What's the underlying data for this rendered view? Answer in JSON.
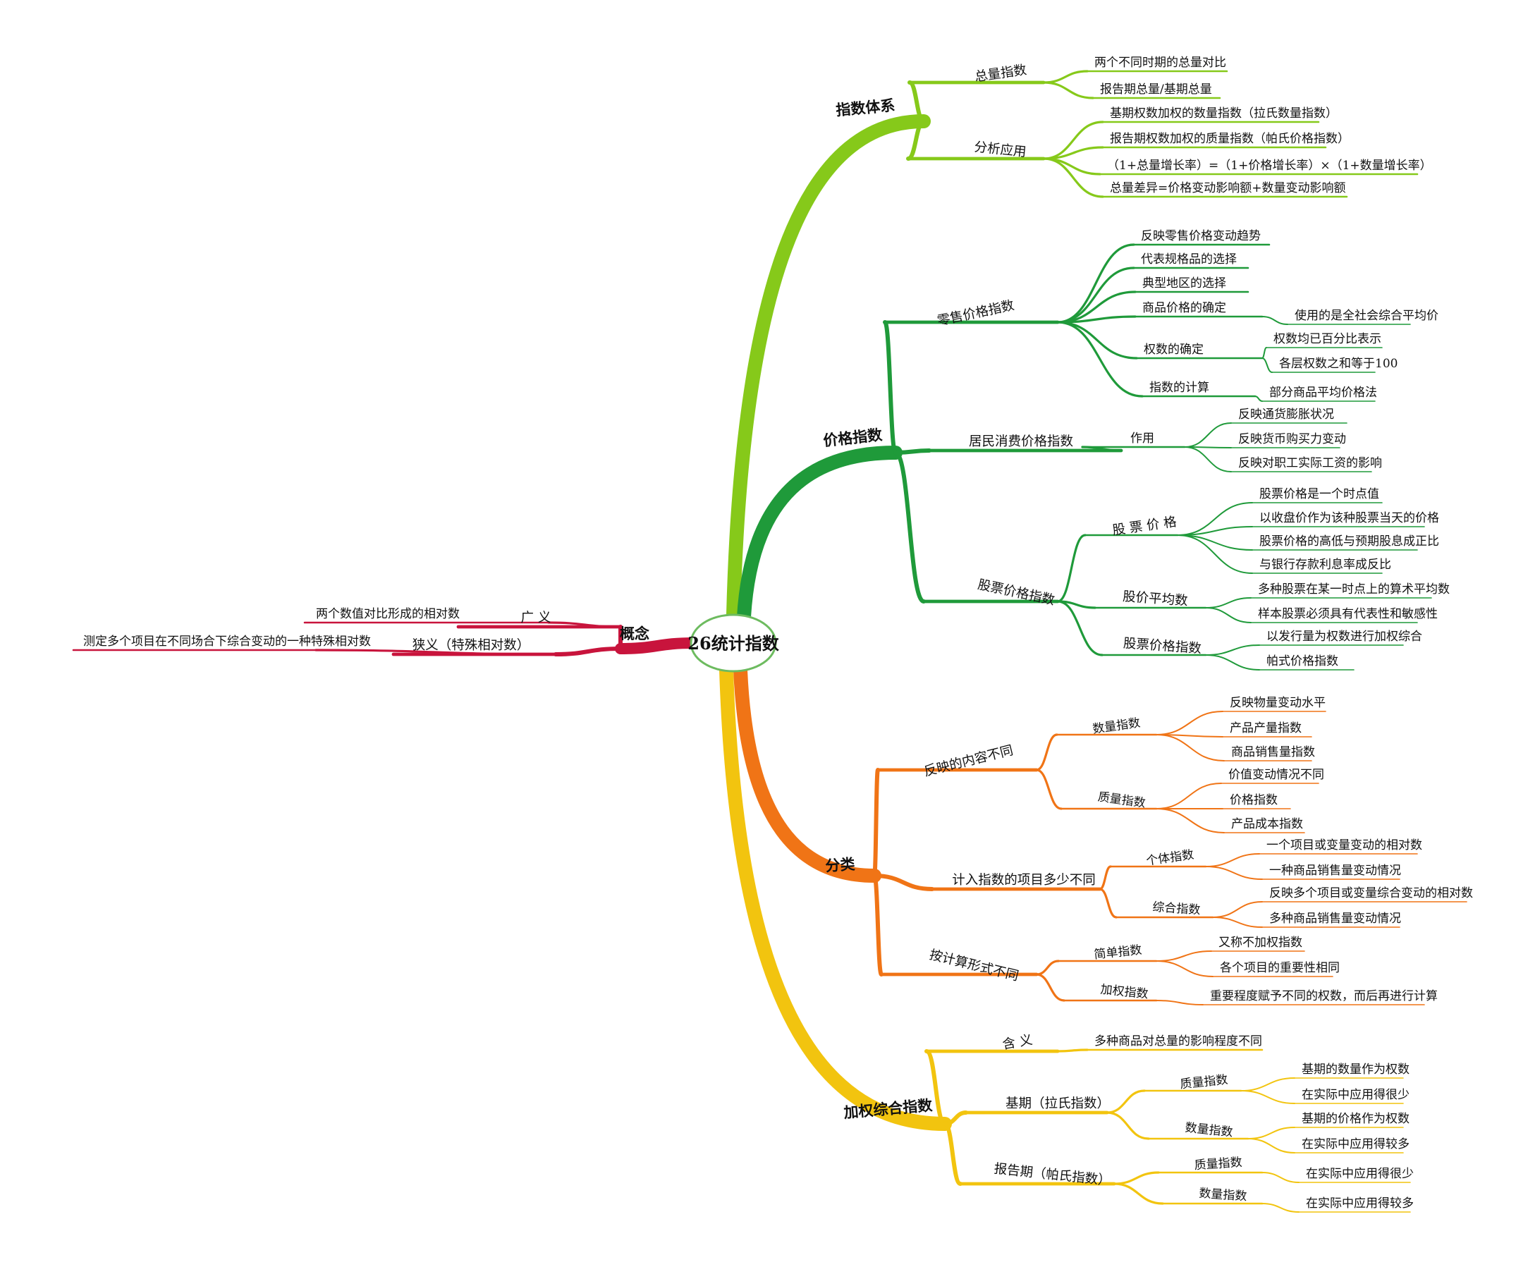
{
  "center": {
    "label": "26统计指数",
    "text_color": "#d0103a",
    "border_color": "#6dbb5f",
    "fill_color": "#ffffff"
  },
  "colors": {
    "concept": "#c8143c",
    "system": "#86c91a",
    "price": "#1f9a3a",
    "classify": "#f07416",
    "weighted": "#f2c40f"
  },
  "branches": [
    {
      "id": "concept",
      "label": "概念",
      "color_key": "concept",
      "children": [
        {
          "label": "广 义",
          "children": [
            {
              "label": "两个数值对比形成的相对数"
            }
          ]
        },
        {
          "label": "狭义（特殊相对数）",
          "children": [
            {
              "label": "测定多个项目在不同场合下综合变动的一种特殊相对数"
            }
          ]
        }
      ]
    },
    {
      "id": "system",
      "label": "指数体系",
      "color_key": "system",
      "children": [
        {
          "label": "总量指数",
          "children": [
            {
              "label": "两个不同时期的总量对比"
            },
            {
              "label": "报告期总量/基期总量"
            }
          ]
        },
        {
          "label": "分析应用",
          "children": [
            {
              "label": "基期权数加权的数量指数（拉氏数量指数）"
            },
            {
              "label": "报告期权数加权的质量指数（帕氏价格指数）"
            },
            {
              "label": "（1+总量增长率）=（1+价格增长率）×（1+数量增长率）"
            },
            {
              "label": "总量差异=价格变动影响额+数量变动影响额"
            }
          ]
        }
      ]
    },
    {
      "id": "price",
      "label": "价格指数",
      "color_key": "price",
      "children": [
        {
          "label": "零售价格指数",
          "children": [
            {
              "label": "反映零售价格变动趋势"
            },
            {
              "label": "代表规格品的选择"
            },
            {
              "label": "典型地区的选择"
            },
            {
              "label": "商品价格的确定",
              "children": [
                {
                  "label": "使用的是全社会综合平均价"
                }
              ]
            },
            {
              "label": "权数的确定",
              "children": [
                {
                  "label": "权数均已百分比表示"
                },
                {
                  "label": "各层权数之和等于100"
                }
              ]
            },
            {
              "label": "指数的计算",
              "children": [
                {
                  "label": "部分商品平均价格法"
                }
              ]
            }
          ]
        },
        {
          "label": "居民消费价格指数",
          "children": [
            {
              "label": "作用",
              "children": [
                {
                  "label": "反映通货膨胀状况"
                },
                {
                  "label": "反映货币购买力变动"
                },
                {
                  "label": "反映对职工实际工资的影响"
                }
              ]
            }
          ]
        },
        {
          "label": "股票价格指数",
          "children": [
            {
              "label": "股 票 价 格",
              "children": [
                {
                  "label": "股票价格是一个时点值"
                },
                {
                  "label": "以收盘价作为该种股票当天的价格"
                },
                {
                  "label": "股票价格的高低与预期股息成正比"
                },
                {
                  "label": "与银行存款利息率成反比"
                }
              ]
            },
            {
              "label": "股价平均数",
              "children": [
                {
                  "label": "多种股票在某一时点上的算术平均数"
                },
                {
                  "label": "样本股票必须具有代表性和敏感性"
                }
              ]
            },
            {
              "label": "股票价格指数",
              "children": [
                {
                  "label": "以发行量为权数进行加权综合"
                },
                {
                  "label": "帕式价格指数"
                }
              ]
            }
          ]
        }
      ]
    },
    {
      "id": "classify",
      "label": "分类",
      "color_key": "classify",
      "children": [
        {
          "label": "反映的内容不同",
          "children": [
            {
              "label": "数量指数",
              "children": [
                {
                  "label": "反映物量变动水平"
                },
                {
                  "label": "产品产量指数"
                },
                {
                  "label": "商品销售量指数"
                }
              ]
            },
            {
              "label": "质量指数",
              "children": [
                {
                  "label": "价值变动情况不同"
                },
                {
                  "label": "价格指数"
                },
                {
                  "label": "产品成本指数"
                }
              ]
            }
          ]
        },
        {
          "label": "计入指数的项目多少不同",
          "children": [
            {
              "label": "个体指数",
              "children": [
                {
                  "label": "一个项目或变量变动的相对数"
                },
                {
                  "label": "一种商品销售量变动情况"
                }
              ]
            },
            {
              "label": "综合指数",
              "children": [
                {
                  "label": "反映多个项目或变量综合变动的相对数"
                },
                {
                  "label": "多种商品销售量变动情况"
                }
              ]
            }
          ]
        },
        {
          "label": "按计算形式不同",
          "children": [
            {
              "label": "简单指数",
              "children": [
                {
                  "label": "又称不加权指数"
                },
                {
                  "label": "各个项目的重要性相同"
                }
              ]
            },
            {
              "label": "加权指数",
              "children": [
                {
                  "label": "重要程度赋予不同的权数，而后再进行计算"
                }
              ]
            }
          ]
        }
      ]
    },
    {
      "id": "weighted",
      "label": "加权综合指数",
      "color_key": "weighted",
      "children": [
        {
          "label": "含 义",
          "children": [
            {
              "label": "多种商品对总量的影响程度不同"
            }
          ]
        },
        {
          "label": "基期（拉氏指数）",
          "children": [
            {
              "label": "质量指数",
              "children": [
                {
                  "label": "基期的数量作为权数"
                },
                {
                  "label": "在实际中应用得很少"
                }
              ]
            },
            {
              "label": "数量指数",
              "children": [
                {
                  "label": "基期的价格作为权数"
                },
                {
                  "label": "在实际中应用得较多"
                }
              ]
            }
          ]
        },
        {
          "label": "报告期（帕氏指数）",
          "children": [
            {
              "label": "质量指数",
              "children": [
                {
                  "label": "在实际中应用得很少"
                }
              ]
            },
            {
              "label": "数量指数",
              "children": [
                {
                  "label": "在实际中应用得较多"
                }
              ]
            }
          ]
        }
      ]
    }
  ]
}
